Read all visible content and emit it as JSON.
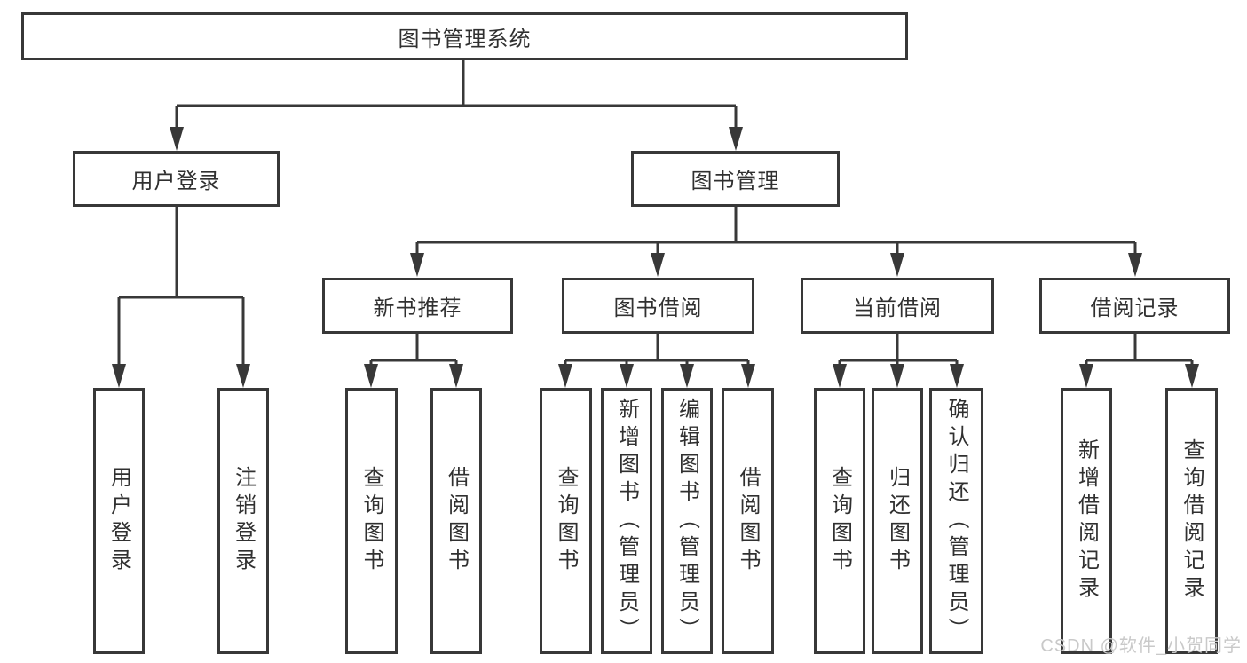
{
  "tree": {
    "root": {
      "label": "图书管理系统"
    },
    "branches": [
      {
        "label": "用户登录",
        "children": [
          {
            "label": "用户登录"
          },
          {
            "label": "注销登录"
          }
        ]
      },
      {
        "label": "图书管理",
        "children": [
          {
            "label": "新书推荐",
            "children": [
              {
                "label": "查询图书"
              },
              {
                "label": "借阅图书"
              }
            ]
          },
          {
            "label": "图书借阅",
            "children": [
              {
                "label": "查询图书"
              },
              {
                "label": "新增图书（管理员）"
              },
              {
                "label": "编辑图书（管理员）"
              },
              {
                "label": "借阅图书"
              }
            ]
          },
          {
            "label": "当前借阅",
            "children": [
              {
                "label": "查询图书"
              },
              {
                "label": "归还图书"
              },
              {
                "label": "确认归还（管理员）"
              }
            ]
          },
          {
            "label": "借阅记录",
            "children": [
              {
                "label": "新增借阅记录"
              },
              {
                "label": "查询借阅记录"
              }
            ]
          }
        ]
      }
    ]
  },
  "watermark": {
    "text": "CSDN @软件_小贺同学"
  },
  "colors": {
    "line": "#383838",
    "box_border": "#383838",
    "box_background": "#ffffff",
    "text": "#303030",
    "watermark": "#c9c9c9",
    "background": "#ffffff"
  }
}
